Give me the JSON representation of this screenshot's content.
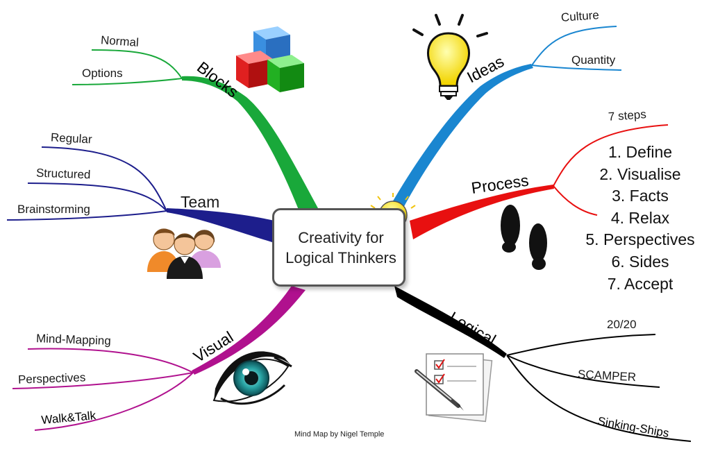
{
  "center": {
    "line1": "Creativity for",
    "line2": "Logical Thinkers"
  },
  "colors": {
    "ideas": "#1a86d0",
    "process": "#e81010",
    "logical": "#000000",
    "visual": "#b0118e",
    "team": "#1d1e8c",
    "blocks": "#19a83a"
  },
  "branches": {
    "ideas": {
      "label": "Ideas",
      "children": [
        "Culture",
        "Quantity"
      ],
      "icon": "lightbulb-icon"
    },
    "process": {
      "label": "Process",
      "child": "7 steps",
      "steps": [
        "1. Define",
        "2. Visualise",
        "3. Facts",
        "4. Relax",
        "5. Perspectives",
        "6. Sides",
        "7. Accept"
      ],
      "icon": "footprints-icon"
    },
    "logical": {
      "label": "Logical",
      "children": [
        "20/20",
        "SCAMPER",
        "Sinking-Ships"
      ],
      "icon": "checklist-icon"
    },
    "visual": {
      "label": "Visual",
      "children": [
        "Mind-Mapping",
        "Perspectives",
        "Walk&Talk"
      ],
      "icon": "eye-icon"
    },
    "team": {
      "label": "Team",
      "children": [
        "Regular",
        "Structured",
        "Brainstorming"
      ],
      "icon": "people-icon"
    },
    "blocks": {
      "label": "Blocks",
      "children": [
        "Normal",
        "Options"
      ],
      "icon": "cubes-icon"
    }
  },
  "credit": "Mind Map by Nigel Temple"
}
